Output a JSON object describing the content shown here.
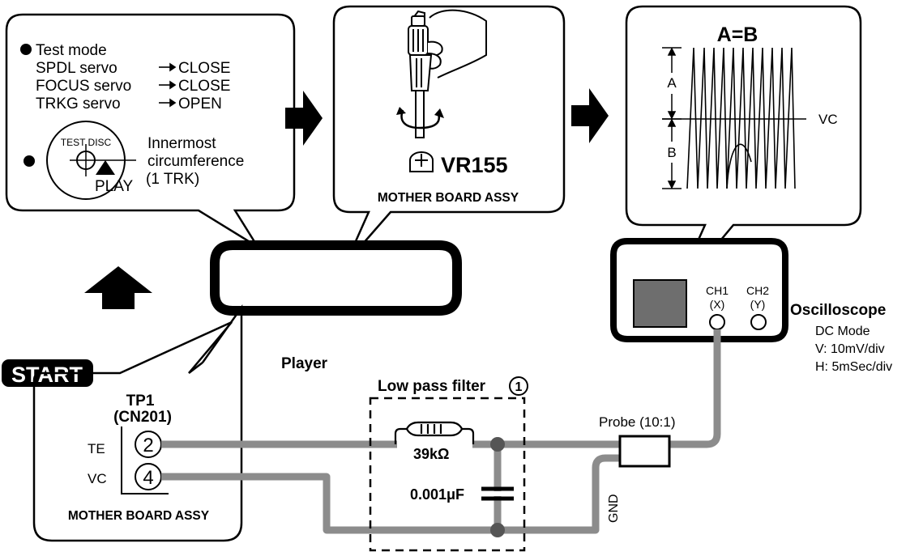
{
  "setup_bubble": {
    "test_mode_heading": "Test mode",
    "servo_rows": [
      {
        "servo": "SPDL servo",
        "state": "CLOSE"
      },
      {
        "servo": "FOCUS servo",
        "state": "CLOSE"
      },
      {
        "servo": "TRKG servo",
        "state": "OPEN"
      }
    ],
    "disc_label": "TEST DISC",
    "play_label": "PLAY",
    "position_text": [
      "Innermost",
      "circumference",
      "(1 TRK)"
    ]
  },
  "adjust_bubble": {
    "control_name": "VR155",
    "board_label": "MOTHER BOARD ASSY"
  },
  "scope_bubble": {
    "condition": "A=B",
    "label_a": "A",
    "label_b": "B",
    "label_vc": "VC"
  },
  "player": {
    "label": "Player"
  },
  "oscilloscope": {
    "label": "Oscilloscope",
    "ch1": [
      "CH1",
      "(X)"
    ],
    "ch2": [
      "CH2",
      "(Y)"
    ],
    "settings": [
      "DC Mode",
      "V: 10mV/div",
      "H: 5mSec/div"
    ]
  },
  "start": {
    "label": "START"
  },
  "test_point": {
    "name": "TP1",
    "connector": "(CN201)",
    "pins": [
      {
        "signal": "TE",
        "pin": "2"
      },
      {
        "signal": "VC",
        "pin": "4"
      }
    ],
    "board_label": "MOTHER BOARD ASSY"
  },
  "filter": {
    "title": "Low pass filter",
    "number": "1",
    "resistor": "39kΩ",
    "capacitor": "0.001μF"
  },
  "probe": {
    "label": "Probe (10:1)",
    "gnd": "GND"
  }
}
